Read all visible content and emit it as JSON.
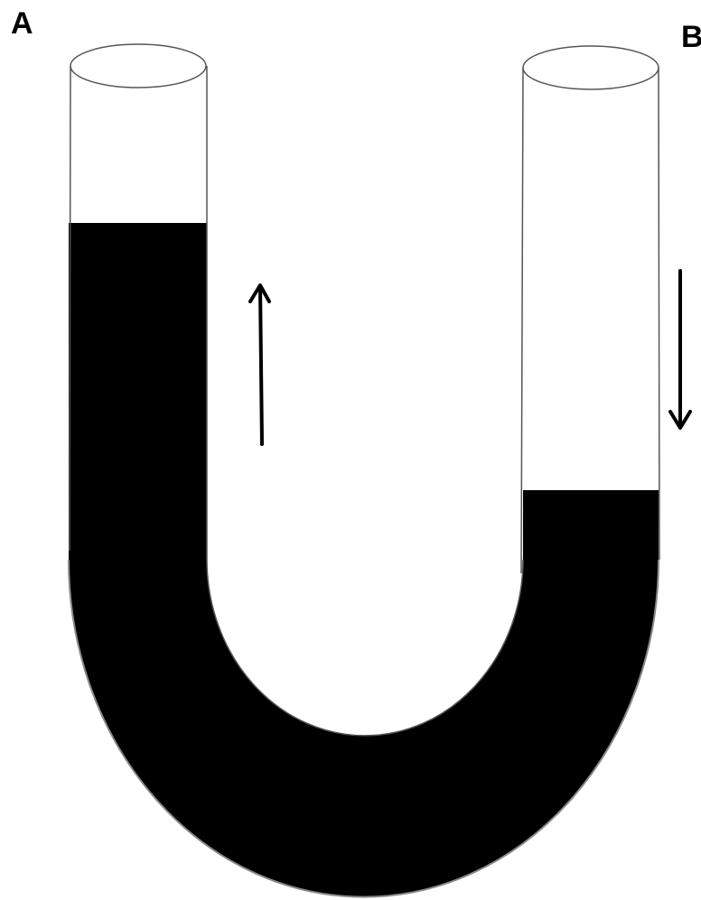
{
  "labels": {
    "left_tube": "A",
    "right_tube": "B"
  },
  "arrows": {
    "left": "up",
    "right": "down"
  },
  "colors": {
    "liquid": "#000000",
    "tube_outline": "#555555",
    "background": "#ffffff"
  }
}
